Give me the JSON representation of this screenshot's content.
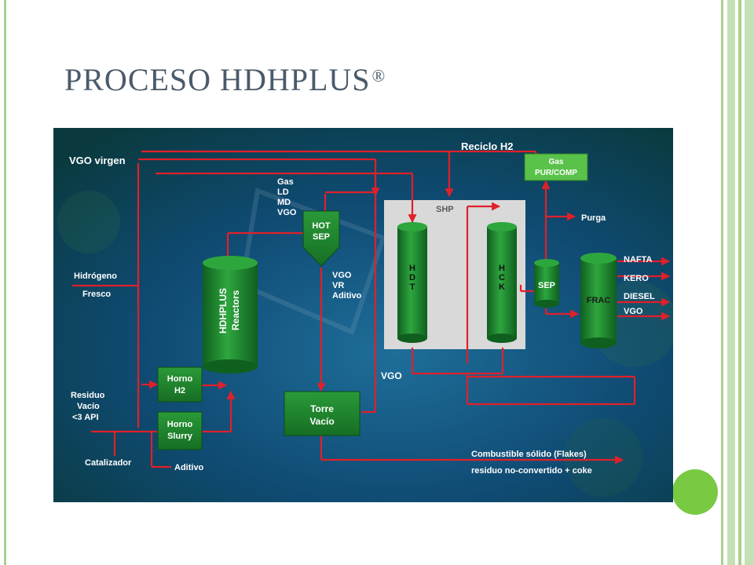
{
  "slide": {
    "title": "PROCESO HDHPLUS",
    "title_mark": "®"
  },
  "diagram": {
    "colors": {
      "flow_line": "#e0202a",
      "equipment": "#1f8a2e",
      "shp_box": "#d9d9d9",
      "background": "#0d3d5e"
    },
    "streams": {
      "vgo_virgen": "VGO virgen",
      "reciclo_h2": "Reciclo H2",
      "hidrogeno": "Hidrógeno",
      "fresco": "Fresco",
      "residuo": "Residuo",
      "vacio": "Vacío",
      "api": "<3 API",
      "catalizador": "Catalizador",
      "aditivo": "Aditivo",
      "gas": "Gas",
      "ld": "LD",
      "md": "MD",
      "vgo_top": "VGO",
      "vgo_mid": "VGO",
      "vr": "VR",
      "aditivo_mid": "Aditivo",
      "vgo_bottom": "VGO",
      "purga": "Purga",
      "nafta": "NAFTA",
      "kero": "KERO",
      "diesel": "DIESEL",
      "vgo_out": "VGO",
      "combustible": "Combustible sólido (Flakes)",
      "residuo_no_conv": "residuo no-convertido + coke"
    },
    "equipment": {
      "gas_pur_1": "Gas",
      "gas_pur_2": "PUR/COMP",
      "hot_sep_1": "HOT",
      "hot_sep_2": "SEP",
      "shp": "SHP",
      "hdt": "H D T",
      "hck": "H C K",
      "sep": "SEP",
      "frac": "FRAC",
      "hdhplus_1": "HDHPLUS",
      "hdhplus_2": "Reactors",
      "horno_h2_1": "Horno",
      "horno_h2_2": "H2",
      "horno_slurry_1": "Horno",
      "horno_slurry_2": "Slurry",
      "torre_1": "Torre",
      "torre_2": "Vacío"
    }
  }
}
